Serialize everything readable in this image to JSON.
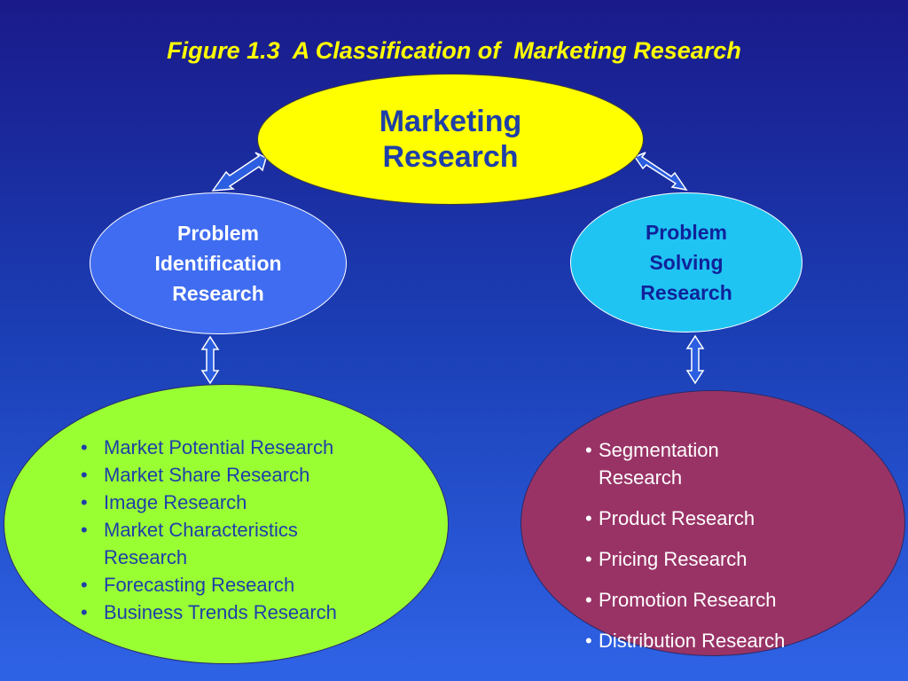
{
  "title": "Figure 1.3  A Classification of  Marketing Research",
  "root": {
    "label": "Marketing\nResearch"
  },
  "branches": [
    {
      "label": "Problem\nIdentification\nResearch"
    },
    {
      "label": "Problem\nSolving\nResearch"
    }
  ],
  "problem_identification_items": [
    "Market Potential Research",
    "Market Share Research",
    "Image Research",
    "Market Characteristics\nResearch",
    "Forecasting Research",
    "Business Trends Research"
  ],
  "problem_solving_items": [
    "Segmentation\nResearch",
    "Product Research",
    "Pricing Research",
    "Promotion Research",
    "Distribution Research"
  ],
  "bullet": "•",
  "colors": {
    "title": "#ffff00",
    "root_fill": "#ffff00",
    "pir_fill": "#3f6cf0",
    "psr_fill": "#1fc4f2",
    "left_leaf_fill": "#99ff33",
    "right_leaf_fill": "#993366",
    "arrow": "#2b5ee0"
  }
}
